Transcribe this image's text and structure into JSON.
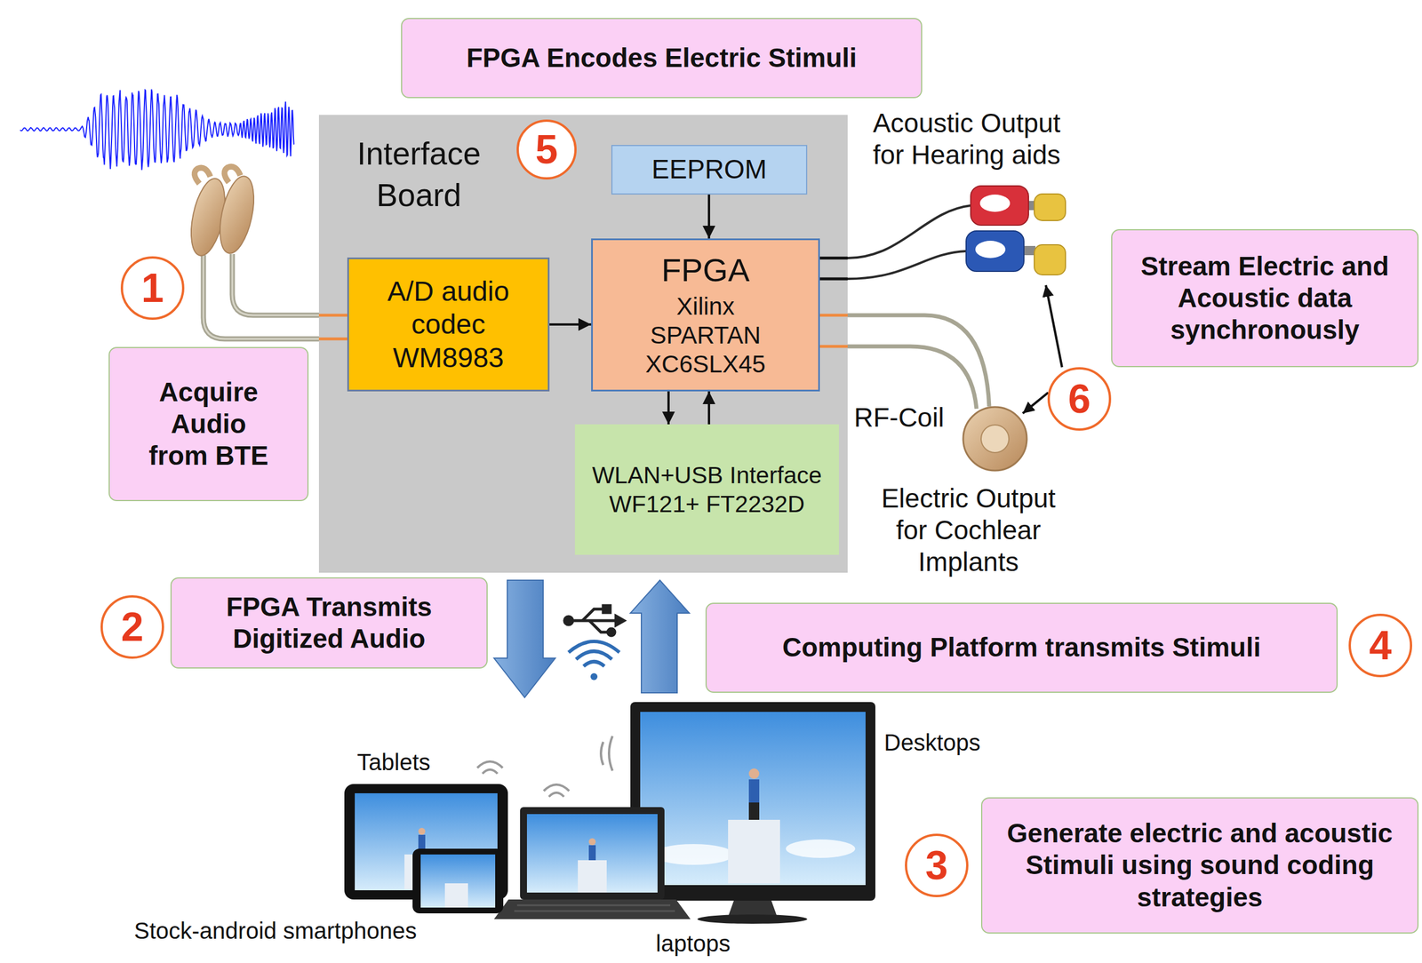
{
  "diagram": {
    "nodes": [
      {
        "text": [
          "FPGA Encodes Electric Stimuli"
        ]
      },
      {
        "text": [
          "Interface Board"
        ]
      },
      {
        "text": [
          "5"
        ],
        "in": 1
      },
      {
        "text": [
          "EEPROM"
        ],
        "in": 1
      },
      {
        "text": [
          "A/D audio codec WM8983"
        ],
        "in": 1
      },
      {
        "text": [
          "FPGA",
          "Xilinx SPARTAN XC6SLX45"
        ],
        "in": 1
      },
      {
        "text": [
          "WLAN+USB Interface WF121+ FT2232D"
        ],
        "in": 1
      },
      {
        "text": [
          "1"
        ]
      },
      {
        "text": [
          "Acquire Audio from BTE"
        ]
      },
      {
        "text": [
          "Stream Electric and Acoustic data synchronously"
        ]
      },
      {
        "text": [
          "6"
        ]
      },
      {
        "text": [
          "2"
        ]
      },
      {
        "text": [
          "FPGA Transmits Digitized Audio"
        ]
      },
      {
        "text": [
          "Computing Platform transmits Stimuli"
        ]
      },
      {
        "text": [
          "4"
        ]
      },
      {
        "text": [
          "3"
        ]
      },
      {
        "text": [
          "Generate electric and acoustic Stimuli using sound coding strategies"
        ]
      }
    ],
    "edges": [
      {
        "from": 3,
        "to": 5,
        "arrow": "to"
      },
      {
        "from": 4,
        "to": 5,
        "arrow": "to"
      },
      {
        "from": 5,
        "to": 6,
        "arrow": "to"
      },
      {
        "from": 6,
        "to": 5,
        "arrow": "to"
      }
    ],
    "labels": [
      "Acoustic Output for Hearing aids",
      "RF-Coil",
      "Electric Output for Cochlear Implants",
      "Tablets",
      "Desktops",
      "Stock-android smartphones",
      "laptops"
    ]
  }
}
